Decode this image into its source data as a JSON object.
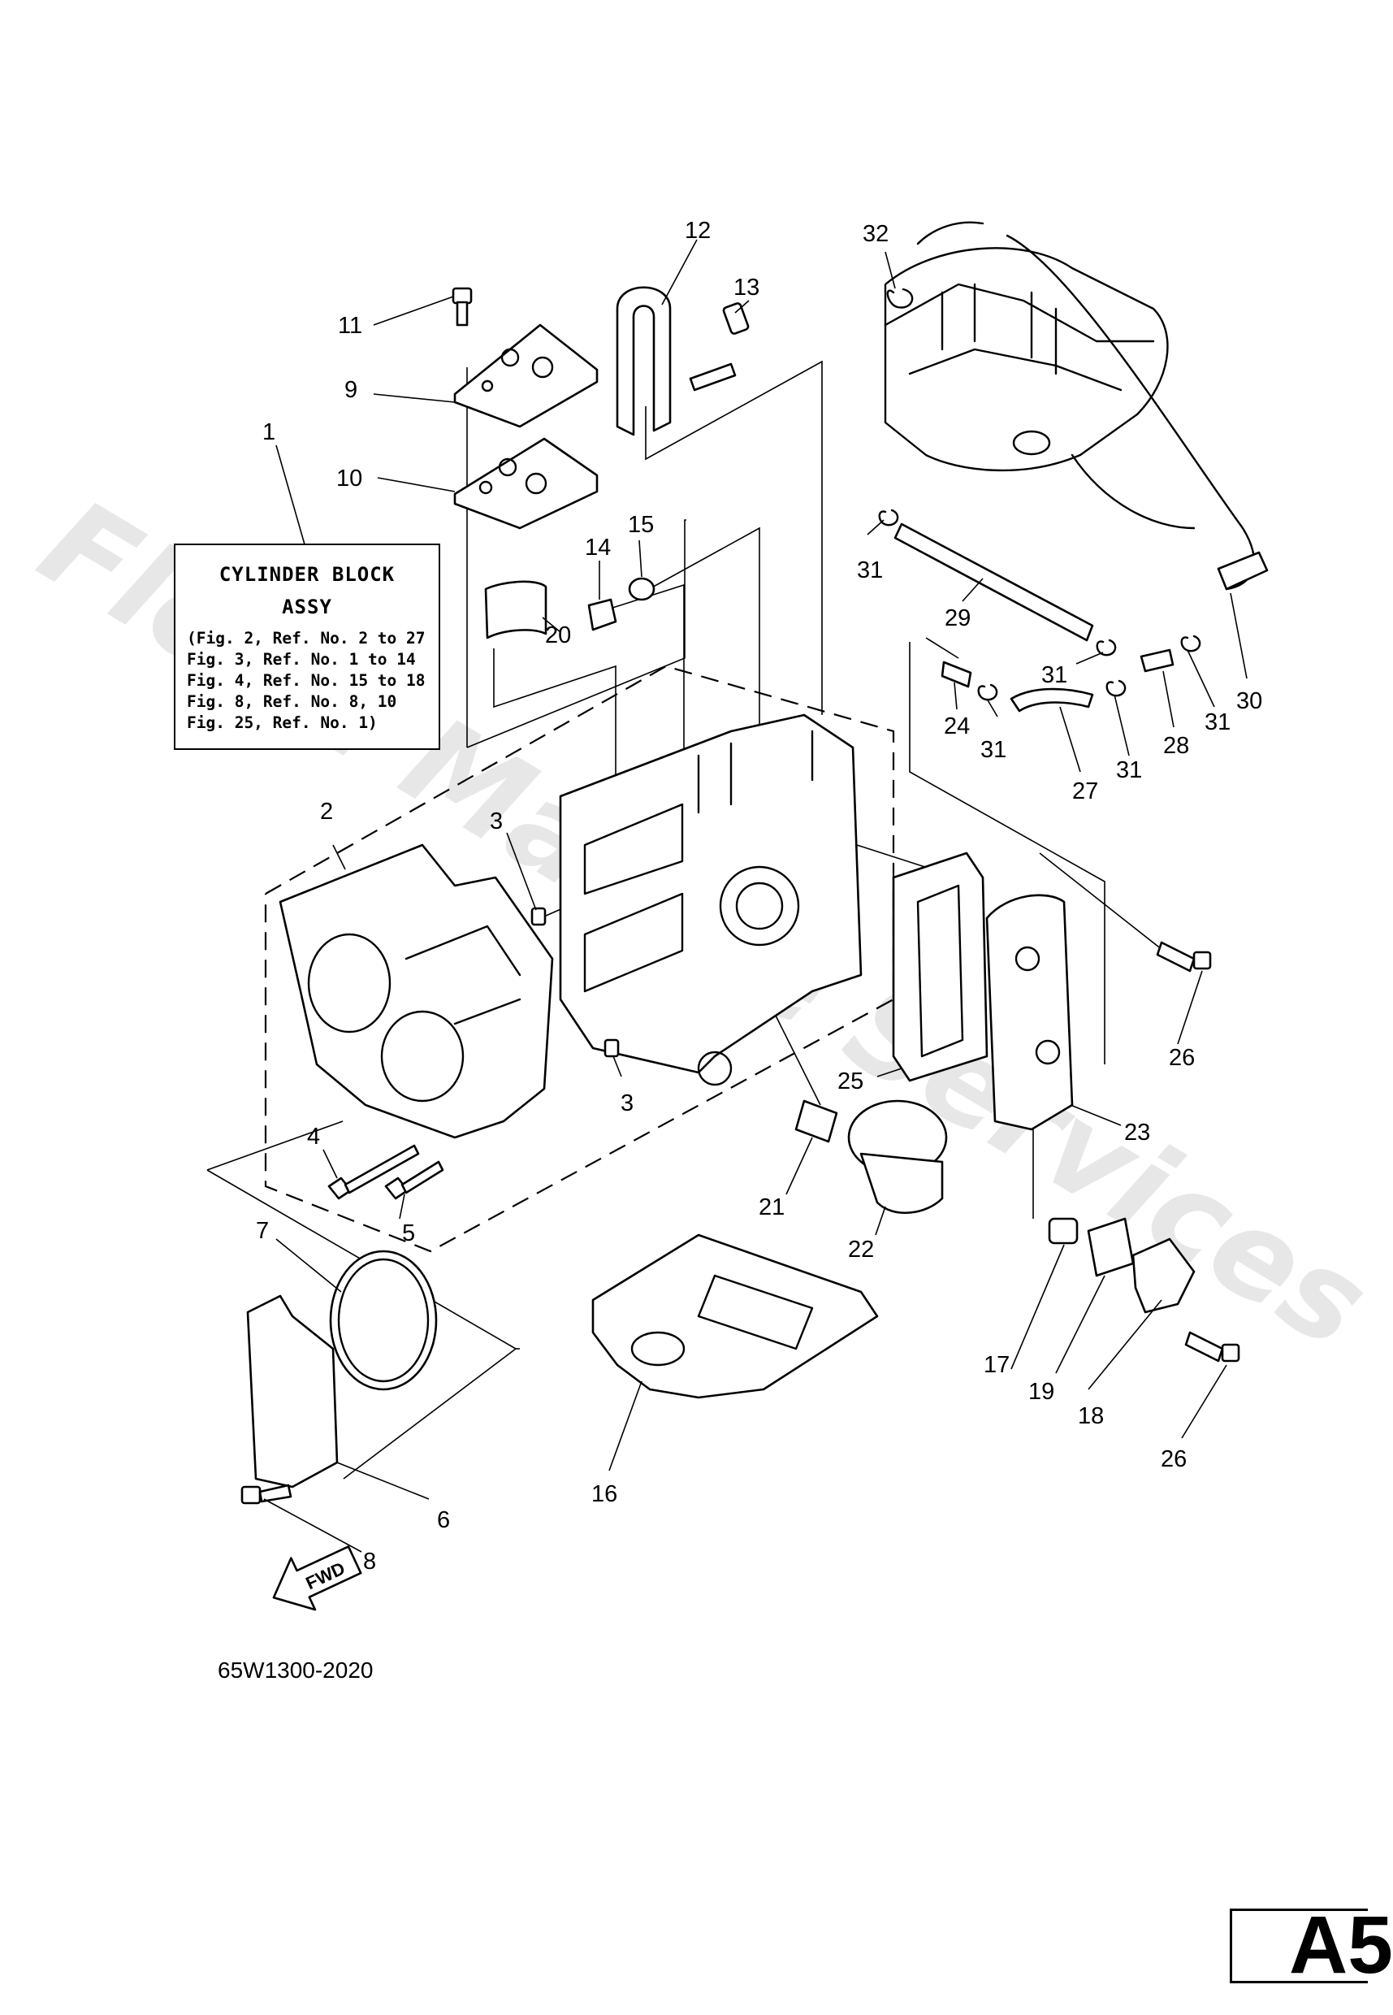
{
  "assy_box": {
    "title_line1": "CYLINDER BLOCK",
    "title_line2": "ASSY",
    "refs": [
      "(Fig. 2, Ref. No. 2 to 27",
      "Fig. 3, Ref. No. 1 to 14",
      "Fig. 4, Ref. No. 15 to 18",
      "Fig. 8, Ref. No. 8, 10",
      "Fig. 25, Ref. No. 1)"
    ]
  },
  "callouts": {
    "c1": "1",
    "c2": "2",
    "c3a": "3",
    "c3b": "3",
    "c4": "4",
    "c5": "5",
    "c6": "6",
    "c7": "7",
    "c8": "8",
    "c9": "9",
    "c10": "10",
    "c11": "11",
    "c12": "12",
    "c13": "13",
    "c14": "14",
    "c15": "15",
    "c16": "16",
    "c17": "17",
    "c18": "18",
    "c19": "19",
    "c20": "20",
    "c21": "21",
    "c22": "22",
    "c23": "23",
    "c24": "24",
    "c25": "25",
    "c26a": "26",
    "c26b": "26",
    "c27": "27",
    "c28": "28",
    "c29": "29",
    "c30": "30",
    "c31a": "31",
    "c31b": "31",
    "c31c": "31",
    "c31d": "31",
    "c32": "32"
  },
  "fwd_label": "FWD",
  "diagram_code": "65W1300-2020",
  "page_tag": "A5",
  "watermark": "Flood Marine Services"
}
